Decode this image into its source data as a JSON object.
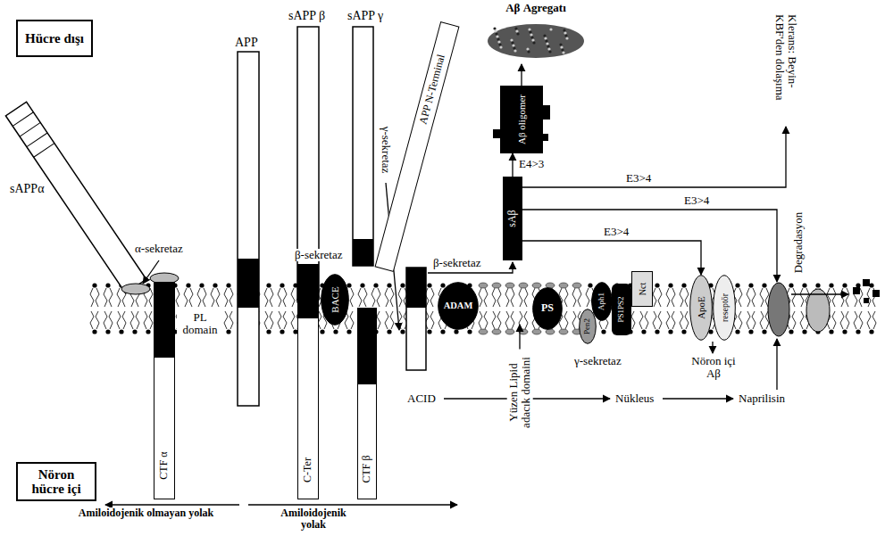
{
  "diagram": {
    "nodes": [
      {
        "text": [
          "Hücre dışı"
        ]
      },
      {
        "text": [
          "Nöron hücre içi"
        ]
      },
      {
        "text": [
          "CTF α"
        ]
      },
      {
        "text": [
          "C-Ter"
        ]
      },
      {
        "text": [
          "CTF β"
        ]
      },
      {
        "text": [
          "APP N-Terminal"
        ]
      },
      {
        "text": [
          "BACE"
        ]
      },
      {
        "text": [
          "ADAM"
        ]
      },
      {
        "text": [
          "PS"
        ]
      },
      {
        "text": [
          "Pen2"
        ]
      },
      {
        "text": [
          "Aph1"
        ]
      },
      {
        "text": [
          "PS1PS2"
        ]
      },
      {
        "text": [
          "Nct"
        ]
      },
      {
        "text": [
          "ApoE"
        ]
      },
      {
        "text": [
          "reseptör"
        ]
      },
      {
        "text": [
          "sAβ"
        ]
      },
      {
        "text": [
          "Aβ oligomer"
        ]
      },
      {
        "text": [
          "Aβ Agregatı"
        ]
      }
    ],
    "edges": [
      {
        "from": 15,
        "to": 16,
        "arrow": "to",
        "label": "E4>3"
      },
      {
        "from": 16,
        "to": 17,
        "arrow": "to"
      },
      {
        "from": 15,
        "to": 13,
        "arrow": "to",
        "label": "E3>4"
      }
    ],
    "labels": [
      "sAPPα",
      "α-sekretaz",
      "APP",
      "sAPP β",
      "sAPP γ",
      "γ-sekretaz",
      "β-sekretaz",
      "β-sekretaz",
      "PL domain",
      "Yüzen Lipid adacık domaini",
      "γ-sekretaz",
      "Nöron içi Aβ",
      "ACID",
      "Nükleus",
      "Naprilisin",
      "Amiloidojenik olmayan yolak",
      "Amiloidojenik yolak",
      "Klerans: Beyin- KBF'den dolaşıma",
      "Degradasyon",
      "E3>4",
      "E3>4"
    ]
  }
}
